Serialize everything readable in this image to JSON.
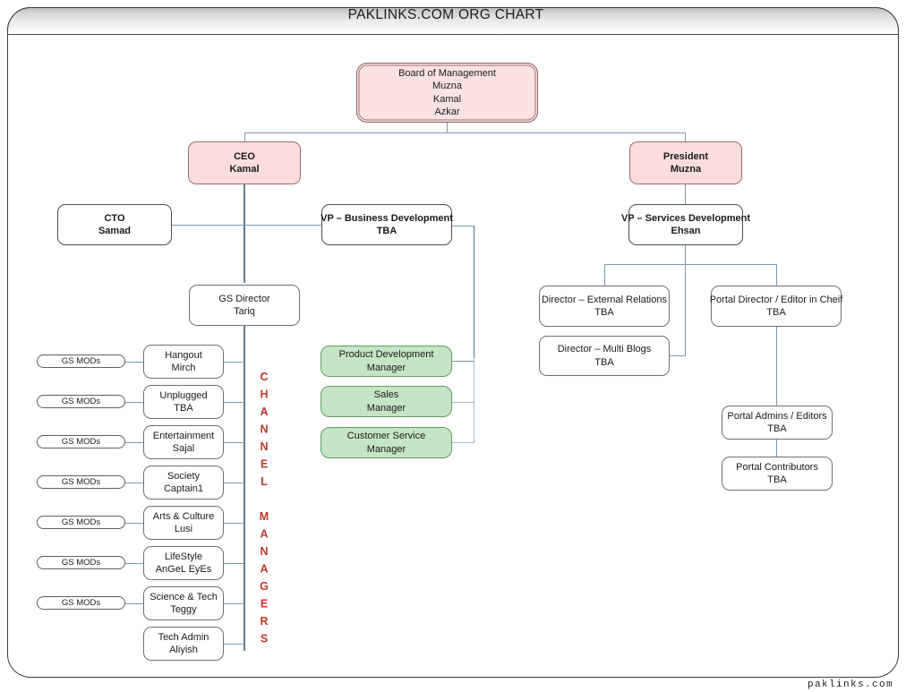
{
  "window": {
    "title": "PAKLINKS.COM ORG CHART",
    "watermark": "paklinks.com"
  },
  "colors": {
    "executive_fill": "#fbdddd",
    "manager_fill": "#c6e4c6",
    "default_fill": "#ffffff",
    "connector": "#7e99ad",
    "channel_label": "#c0392b"
  },
  "chart_data": {
    "type": "diagram",
    "title": "PAKLINKS.COM ORG CHART",
    "nodes": [
      {
        "id": "board",
        "role": "Board of Management",
        "name": "",
        "extra": [
          "Muzna",
          "Kamal",
          "Azkar"
        ],
        "style": "board"
      },
      {
        "id": "ceo",
        "role": "CEO",
        "name": "Kamal",
        "style": "executive"
      },
      {
        "id": "president",
        "role": "President",
        "name": "Muzna",
        "style": "executive"
      },
      {
        "id": "cto",
        "role": "CTO",
        "name": "Samad",
        "style": "default"
      },
      {
        "id": "vp_bd",
        "role": "VP – Business Development",
        "name": "TBA",
        "style": "default"
      },
      {
        "id": "vp_sd",
        "role": "VP – Services Development",
        "name": "Ehsan",
        "style": "default"
      },
      {
        "id": "gs_director",
        "role": "GS Director",
        "name": "Tariq",
        "style": "default"
      },
      {
        "id": "dir_ext",
        "role": "Director – External Relations",
        "name": "TBA",
        "style": "default"
      },
      {
        "id": "dir_blogs",
        "role": "Director – Multi Blogs",
        "name": "TBA",
        "style": "default"
      },
      {
        "id": "portal_dir",
        "role": "Portal Director / Editor in Cheif",
        "name": "TBA",
        "style": "default"
      },
      {
        "id": "portal_admin",
        "role": "Portal Admins / Editors",
        "name": "TBA",
        "style": "default"
      },
      {
        "id": "portal_contrib",
        "role": "Portal Contributors",
        "name": "TBA",
        "style": "default"
      },
      {
        "id": "prod_mgr",
        "role": "Product Development",
        "name": "Manager",
        "style": "manager"
      },
      {
        "id": "sales_mgr",
        "role": "Sales",
        "name": "Manager",
        "style": "manager"
      },
      {
        "id": "cs_mgr",
        "role": "Customer Service",
        "name": "Manager",
        "style": "manager"
      }
    ],
    "edges": [
      [
        "board",
        "ceo"
      ],
      [
        "board",
        "president"
      ],
      [
        "ceo",
        "cto"
      ],
      [
        "ceo",
        "vp_bd"
      ],
      [
        "ceo",
        "gs_director"
      ],
      [
        "president",
        "vp_sd"
      ],
      [
        "vp_sd",
        "dir_ext"
      ],
      [
        "vp_sd",
        "dir_blogs"
      ],
      [
        "vp_sd",
        "portal_dir"
      ],
      [
        "portal_dir",
        "portal_admin"
      ],
      [
        "portal_admin",
        "portal_contrib"
      ],
      [
        "vp_bd",
        "prod_mgr"
      ],
      [
        "vp_bd",
        "sales_mgr"
      ],
      [
        "vp_bd",
        "cs_mgr"
      ],
      [
        "gs_director",
        "channels"
      ]
    ]
  },
  "board": {
    "role": "Board of Management",
    "m1": "Muzna",
    "m2": "Kamal",
    "m3": "Azkar"
  },
  "executives": {
    "ceo": {
      "role": "CEO",
      "name": "Kamal"
    },
    "president": {
      "role": "President",
      "name": "Muzna"
    }
  },
  "officers": {
    "cto": {
      "role": "CTO",
      "name": "Samad"
    },
    "vp_bd": {
      "role": "VP – Business Development",
      "name": "TBA"
    },
    "vp_sd": {
      "role": "VP – Services Development",
      "name": "Ehsan"
    },
    "gs_director": {
      "role": "GS Director",
      "name": "Tariq"
    }
  },
  "managers": [
    {
      "role": "Product Development",
      "name": "Manager"
    },
    {
      "role": "Sales",
      "name": "Manager"
    },
    {
      "role": "Customer Service",
      "name": "Manager"
    }
  ],
  "services": {
    "dir_ext": {
      "role": "Director – External Relations",
      "name": "TBA"
    },
    "dir_blogs": {
      "role": "Director – Multi Blogs",
      "name": "TBA"
    },
    "portal_dir": {
      "role": "Portal Director / Editor in Cheif",
      "name": "TBA"
    },
    "portal_admin": {
      "role": "Portal Admins / Editors",
      "name": "TBA"
    },
    "portal_contrib": {
      "role": "Portal Contributors",
      "name": "TBA"
    }
  },
  "channel_label": "CHANNEL MANAGERS",
  "mods_label": "GS MODs",
  "channels": [
    {
      "role": "Hangout",
      "name": "Mirch",
      "has_mods": true
    },
    {
      "role": "Unplugged",
      "name": "TBA",
      "has_mods": true
    },
    {
      "role": "Entertainment",
      "name": "Sajal",
      "has_mods": true
    },
    {
      "role": "Society",
      "name": "Captain1",
      "has_mods": true
    },
    {
      "role": "Arts & Culture",
      "name": "Lusi",
      "has_mods": true
    },
    {
      "role": "LifeStyle",
      "name": "AnGeL EyEs",
      "has_mods": true
    },
    {
      "role": "Science & Tech",
      "name": "Teggy",
      "has_mods": true
    },
    {
      "role": "Tech Admin",
      "name": "Aliyish",
      "has_mods": false
    }
  ]
}
